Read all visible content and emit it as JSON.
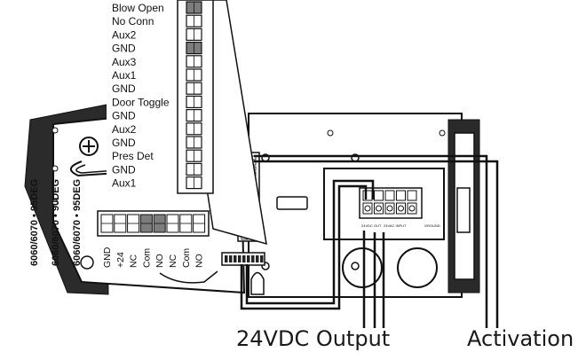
{
  "pin_labels": [
    "Blow Open",
    "No Conn",
    "Aux2",
    "GND",
    "Aux3",
    "Aux1",
    "GND",
    "Door Toggle",
    "GND",
    "Aux2",
    "GND",
    "Pres Det",
    "GND",
    "Aux1"
  ],
  "shaded_pin_indexes": [
    0,
    3
  ],
  "lower_terminal_labels": [
    "GND",
    "+24",
    "NC",
    "Com",
    "NO",
    "NC",
    "Com",
    "NO"
  ],
  "shaded_terminal_indexes": [
    3,
    4
  ],
  "side_part_numbers": [
    "6060/6070 • 95DEG",
    "6060/6070 • 90DEG",
    "6060/6070 • 95DEG"
  ],
  "module_labels": [
    "24VDC OUT",
    "24VAC INPUT",
    "GROUND"
  ],
  "captions": {
    "output": "24VDC Output",
    "activation": "Activation"
  }
}
